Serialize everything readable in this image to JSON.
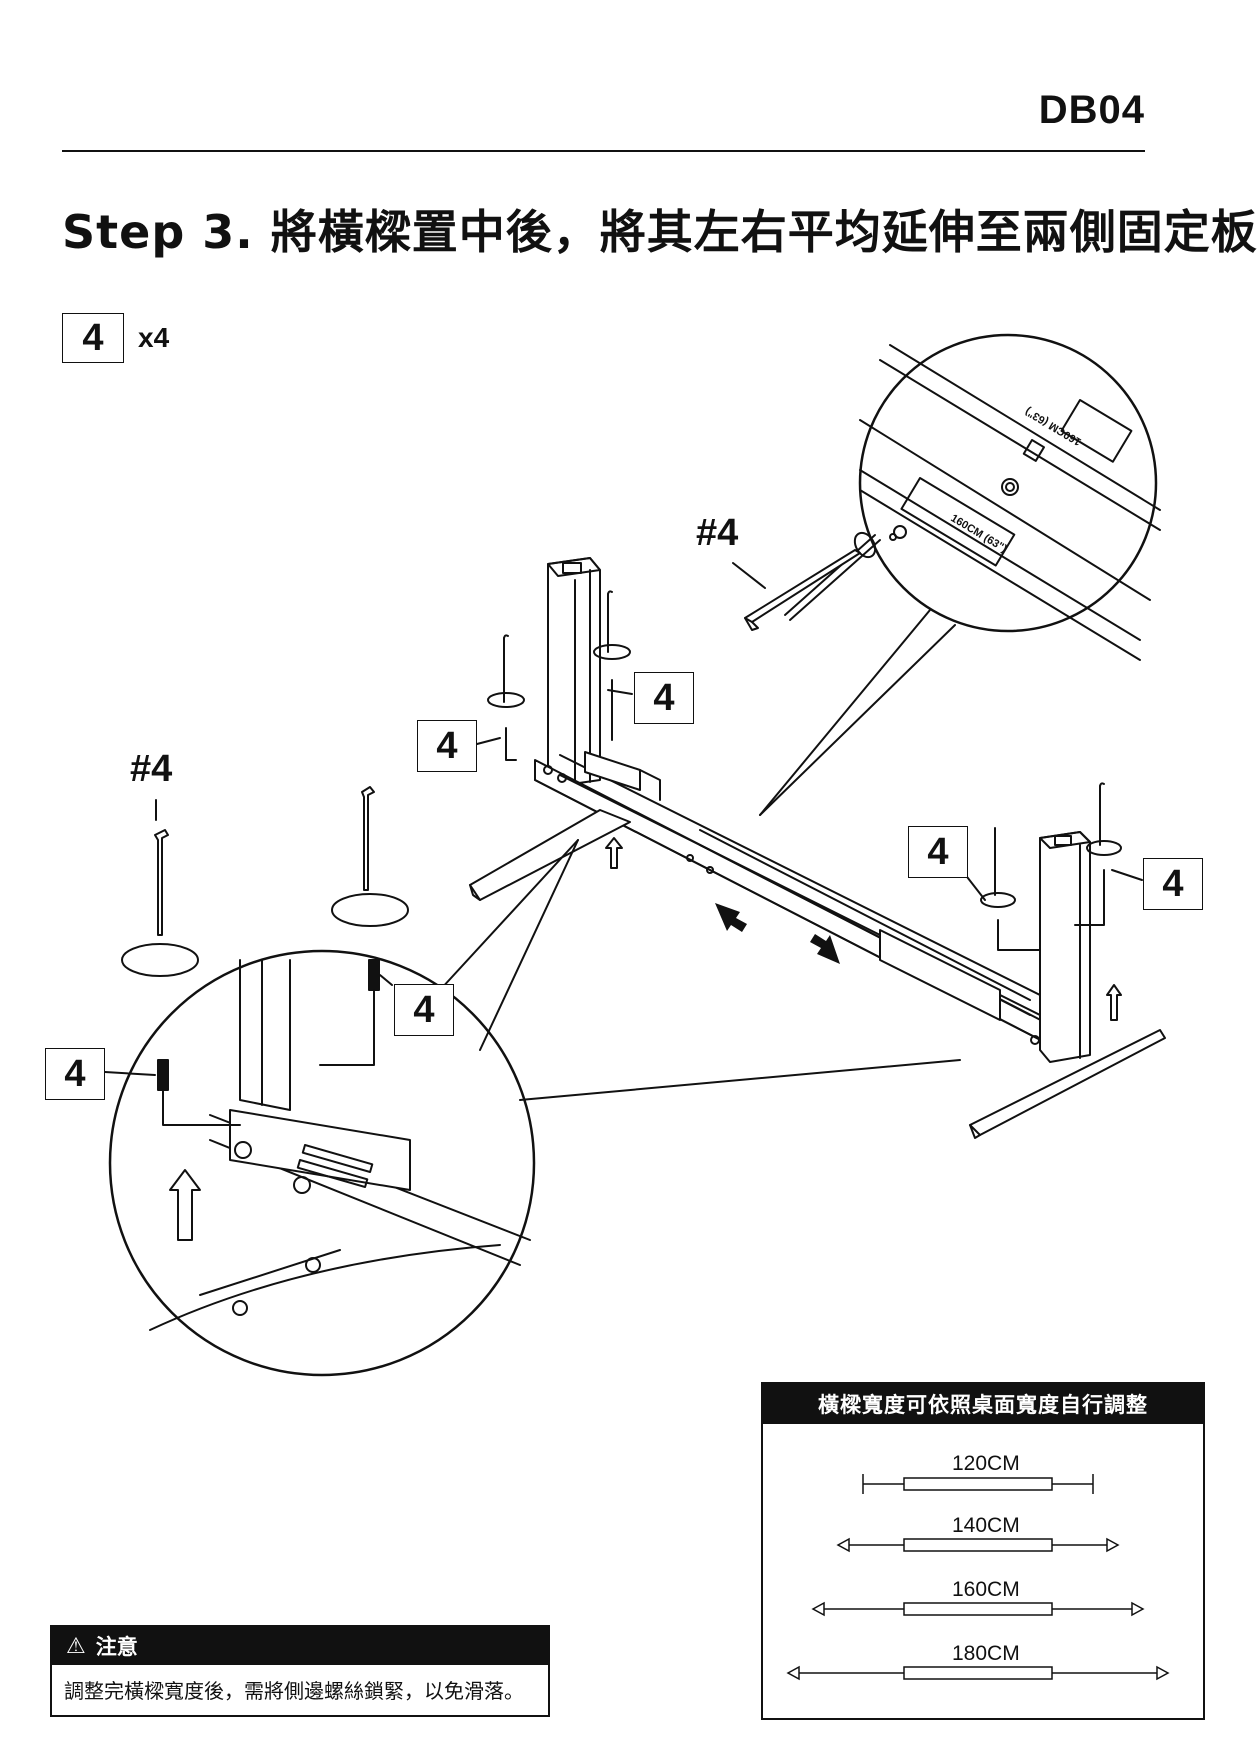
{
  "header": {
    "doc_code": "DB04",
    "step_title": "Step 3. 將橫樑置中後，將其左右平均延伸至兩側固定板"
  },
  "parts": {
    "part_number": "4",
    "quantity": "x4",
    "tool_label": "#4"
  },
  "illustration": {
    "callout_number": "4",
    "beam_marking_1": "160CM (63\")",
    "beam_marking_2": "160CM (63\")"
  },
  "width_panel": {
    "title": "橫樑寬度可依照桌面寬度自行調整",
    "widths": [
      "120CM",
      "140CM",
      "160CM",
      "180CM"
    ]
  },
  "notice": {
    "title": "注意",
    "warning_icon": "warning-triangle-icon",
    "text": "調整完橫樑寬度後，需將側邊螺絲鎖緊，以免滑落。"
  }
}
